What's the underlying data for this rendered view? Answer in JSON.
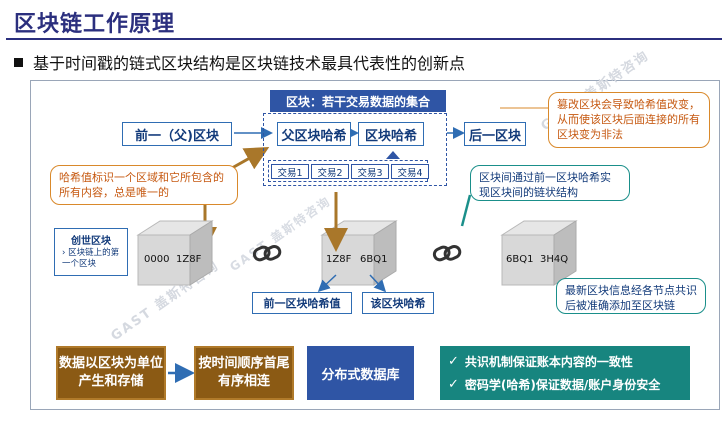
{
  "title": "区块链工作原理",
  "bullet": "基于时间戳的链式区块结构是区块链技术最具代表性的创新点",
  "watermark": "GAST 盖斯特咨询",
  "block": {
    "title": "区块：若干交易数据的集合",
    "parent_hash": "父区块哈希",
    "block_hash": "区块哈希",
    "transactions": [
      "交易1",
      "交易2",
      "交易3",
      "交易4"
    ]
  },
  "prev_block": "前一（父)区块",
  "next_block": "后一区块",
  "notes": {
    "hash_identifies": "哈希值标识一个区域和它所包含的所有内容，总是唯一的",
    "tamper": "篡改区块会导致哈希值改变，从而使该区块后面连接的所有区块变为非法",
    "linked": "区块间通过前一区块哈希实现区块间的链状结构",
    "new_block": "最新区块信息经各节点共识后被准确添加至区块链"
  },
  "genesis": {
    "title": "创世区块",
    "subtitle": "区块链上的第一个区块"
  },
  "cubes": [
    {
      "left_label": "0000",
      "right_label": "1Z8F"
    },
    {
      "left_label": "1Z8F",
      "right_label": "6BQ1"
    },
    {
      "left_label": "6BQ1",
      "right_label": "3H4Q"
    }
  ],
  "hash_labels": {
    "prev_hash": "前一区块哈希值",
    "this_hash": "该区块哈希"
  },
  "bottom": {
    "box1": "数据以区块为单位产生和存储",
    "box2": "按时间顺序首尾有序相连",
    "box3": "分布式数据库",
    "checks": [
      "共识机制保证账本内容的一致性",
      "密码学(哈希)保证数据/账户身份安全"
    ]
  },
  "colors": {
    "navy": "#2b2f7e",
    "blue": "#2f55a5",
    "orange": "#d9892b",
    "teal": "#17857f",
    "brown": "#8b5a14"
  }
}
